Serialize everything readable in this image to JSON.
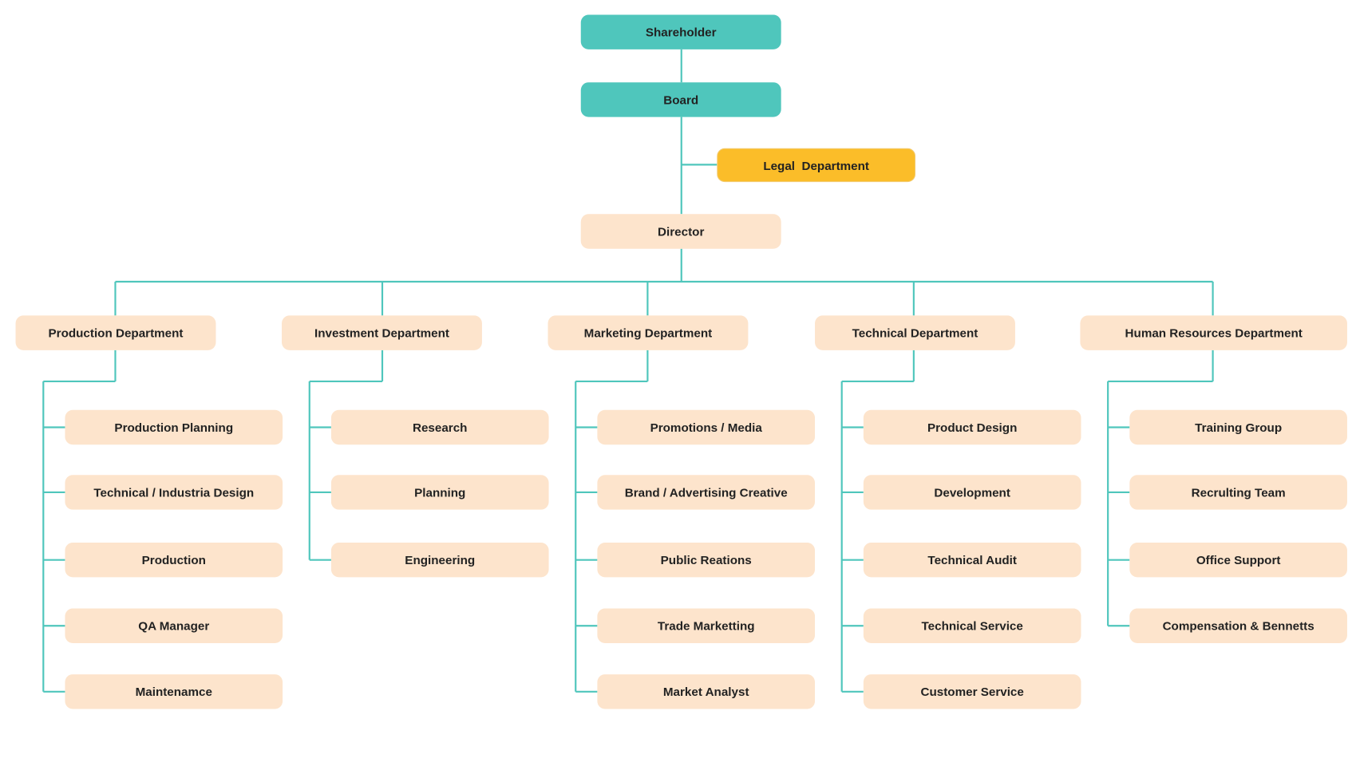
{
  "colors": {
    "connector": "#4fc6bc",
    "top_box": "#4fc6bc",
    "legal_box": "#fbbd29",
    "peach_box": "#fde4cc",
    "text": "#222222"
  },
  "top": {
    "shareholder": "Shareholder",
    "board": "Board",
    "legal": "Legal  Department",
    "director": "Director"
  },
  "departments": [
    {
      "name": "Production Department",
      "teams": [
        "Production Planning",
        "Technical / Industria Design",
        "Production",
        "QA Manager",
        "Maintenamce"
      ]
    },
    {
      "name": "Investment Department",
      "teams": [
        "Research",
        "Planning",
        "Engineering"
      ]
    },
    {
      "name": "Marketing Department",
      "teams": [
        "Promotions / Media",
        "Brand / Advertising Creative",
        "Public Reations",
        "Trade Marketting",
        "Market Analyst"
      ]
    },
    {
      "name": "Technical Department",
      "teams": [
        "Product Design",
        "Development",
        "Technical Audit",
        "Technical Service",
        "Customer Service"
      ]
    },
    {
      "name": "Human Resources Department",
      "teams": [
        "Training Group",
        "Recrulting Team",
        "Office Support",
        "Compensation & Bennetts"
      ]
    }
  ]
}
